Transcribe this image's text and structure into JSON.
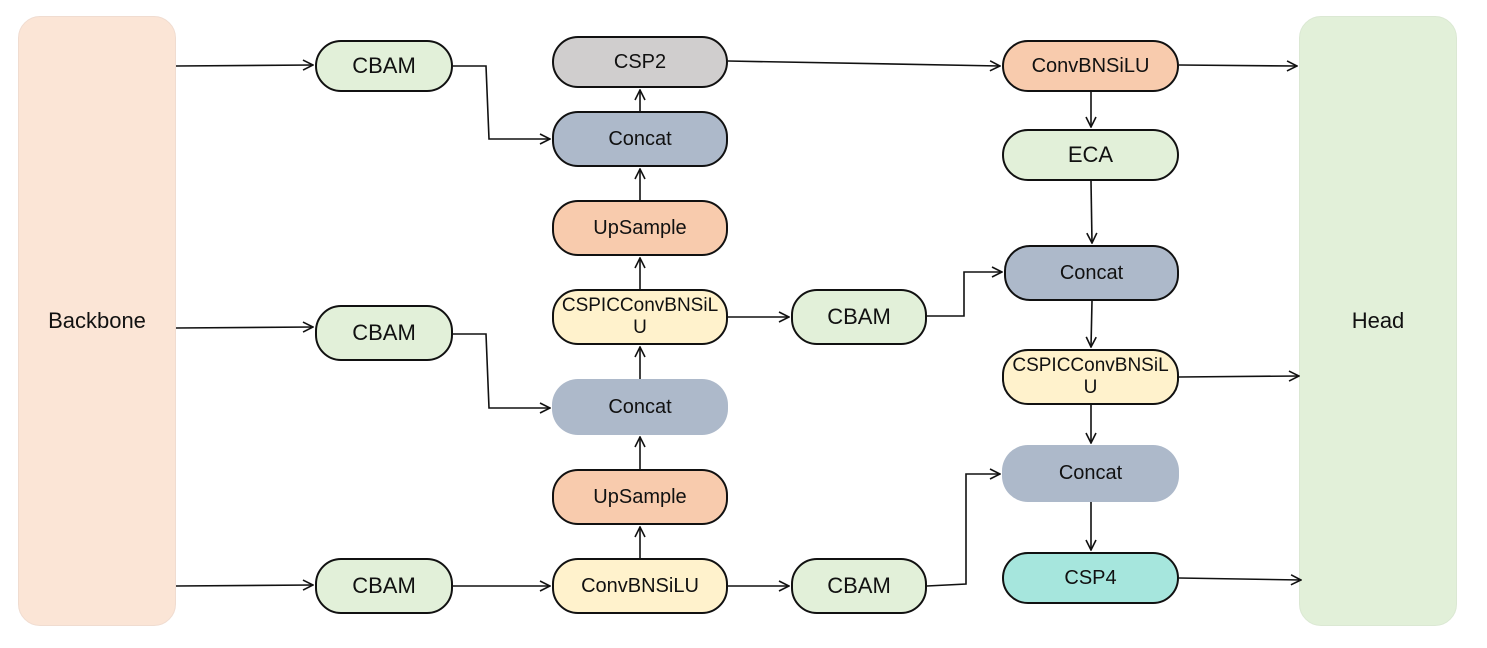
{
  "colors": {
    "backbone": "#fbe5d6",
    "head": "#e2f0d9",
    "green": "#e2f0d9",
    "gray": "#d0cece",
    "blue_gray": "#adb9ca",
    "orange": "#f8cbad",
    "yellow": "#fff2cc",
    "teal": "#a6e6dd",
    "stroke": "#111111"
  },
  "side": {
    "backbone": "Backbone",
    "head": "Head"
  },
  "nodes": {
    "cbam_top": "CBAM",
    "cbam_mid": "CBAM",
    "cbam_bot": "CBAM",
    "csp2": "CSP2",
    "concat_1": "Concat",
    "upsample_1": "UpSample",
    "cspic_1": "CSPICConvBNSiLU",
    "concat_2": "Concat",
    "upsample_2": "UpSample",
    "convbnsilu_1": "ConvBNSiLU",
    "cbam_r1": "CBAM",
    "cbam_r2": "CBAM",
    "convbnsilu_2": "ConvBNSiLU",
    "eca": "ECA",
    "concat_3": "Concat",
    "cspic_2": "CSPICConvBNSiLU",
    "concat_4": "Concat",
    "csp4": "CSP4"
  }
}
